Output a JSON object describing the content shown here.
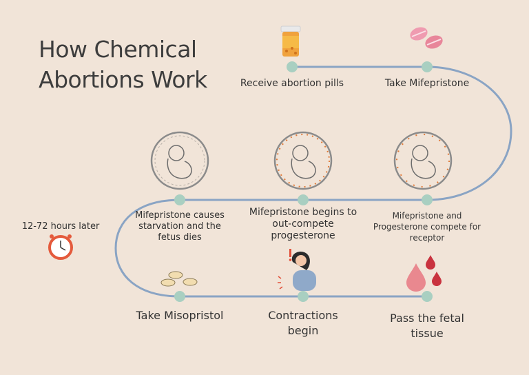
{
  "title": {
    "line1": "How Chemical",
    "line2": "Abortions Work"
  },
  "colors": {
    "background": "#f1e4d8",
    "path": "#8aa4c4",
    "node": "#a9cfc1",
    "pill_pink": "#e8869a",
    "drop_red": "#c9333f",
    "drop_light": "#e9888f",
    "fetus_ring_orange": "#e07b3a"
  },
  "steps": [
    {
      "id": "receive",
      "label": "Receive abortion pills",
      "icon": "pill-bottle-icon"
    },
    {
      "id": "mifepristone",
      "label": "Take Mifepristone",
      "icon": "pink-pills-icon"
    },
    {
      "id": "compete",
      "label_lines": [
        "Mifepristone and",
        "Progesterone compete for",
        "receptor"
      ],
      "icon": "fetus-receptor-icon"
    },
    {
      "id": "outcompete",
      "label_lines": [
        "Mifepristone begins to",
        "out-compete",
        "progesterone"
      ],
      "icon": "fetus-outcompete-icon"
    },
    {
      "id": "starvation",
      "label_lines": [
        "Mifepristone causes",
        "starvation and the",
        "fetus dies"
      ],
      "icon": "fetus-icon"
    },
    {
      "id": "misoprostol",
      "label": "Take Misopristol",
      "icon": "misoprostol-pills-icon"
    },
    {
      "id": "contractions",
      "label_lines": [
        "Contractions",
        "begin"
      ],
      "icon": "woman-cramping-icon"
    },
    {
      "id": "pass",
      "label_lines": [
        "Pass the fetal",
        "tissue"
      ],
      "icon": "blood-drops-icon"
    }
  ],
  "wait": {
    "label": "12-72 hours later",
    "icon": "alarm-clock-icon"
  }
}
